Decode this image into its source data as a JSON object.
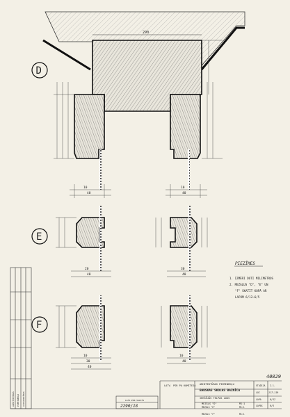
{
  "sheet": {
    "sheet_number": "40829",
    "section_labels": [
      "D",
      "E",
      "F"
    ]
  },
  "notes": {
    "heading": "PIEZĪMES",
    "lines": [
      "1. IZMĒRI DOTI MILIMETROS",
      "2. MEZGLUS \"D\", \"E\" UN",
      "\"F\" SKATĪT KOPĀ AR",
      "LAPĀM 6/12–6/5"
    ]
  },
  "dimensions": {
    "d_top_width": "290",
    "d_bottom_left": [
      "10",
      "40"
    ],
    "d_bottom_right": [
      "10",
      "40"
    ],
    "e_bottom_left": [
      "20",
      "40"
    ],
    "e_bottom_right": [
      "30",
      "40"
    ],
    "f_bottom_left": [
      "10",
      "30",
      "40"
    ],
    "f_bottom_right": [
      "10",
      "40"
    ]
  },
  "title_block": {
    "org": "LATV. PSR\nPA\nKOMITEJA",
    "institute": "ARHITEKTŪRAS PIEMINEKĻU",
    "project": "BAUSKAS SKOLAS BAZNĪCA",
    "sheet_title": "IEKŠĒJĀS TELPAS LOGS",
    "details": [
      "MEZGLS \"D\"",
      "MEZGLS \"E\"",
      "MEZGLS \"F\""
    ],
    "scales": [
      "M1:1",
      "M1:1",
      "M1:1"
    ],
    "right_labels": [
      "STADIJA",
      "LOI",
      "LAPA",
      "LAPAS"
    ],
    "right_values": [
      "2.1-",
      "117–119",
      "6/12",
      "6/5"
    ],
    "stamp": "2290/18",
    "left_notes": [
      "LATV.PSR VALSTS",
      "ARHITEKTŪRAS",
      "PIEMINEKĻU",
      "AIZSARDZĪBAS"
    ]
  }
}
